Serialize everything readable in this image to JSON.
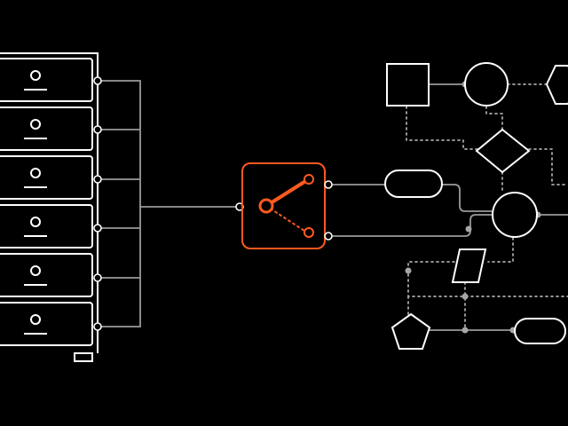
{
  "colors": {
    "background": "#000000",
    "stroke": "#ffffff",
    "connector": "#9a9a9a",
    "dotted": "#a6a6a6",
    "accent": "#ff5a1f"
  },
  "server_rack": {
    "unit_count": 6,
    "icon": "server-rack-icon"
  },
  "switch": {
    "icon": "toggle-switch-icon",
    "state": "upper-output-connected"
  },
  "flow_nodes": [
    {
      "id": "node-square",
      "shape": "square",
      "icon": "square-node-icon"
    },
    {
      "id": "node-circle-top",
      "shape": "circle",
      "icon": "circle-node-icon"
    },
    {
      "id": "node-hexagon",
      "shape": "hexagon",
      "icon": "hexagon-node-icon"
    },
    {
      "id": "node-diamond",
      "shape": "diamond",
      "icon": "decision-diamond-icon"
    },
    {
      "id": "node-pill-top",
      "shape": "pill",
      "icon": "pill-node-icon"
    },
    {
      "id": "node-circle-hub",
      "shape": "circle",
      "icon": "hub-circle-icon"
    },
    {
      "id": "node-parallelogram",
      "shape": "parallelogram",
      "icon": "data-parallelogram-icon"
    },
    {
      "id": "node-pentagon",
      "shape": "pentagon",
      "icon": "pentagon-node-icon"
    },
    {
      "id": "node-pill-bottom",
      "shape": "pill",
      "icon": "pill-node-icon"
    }
  ]
}
